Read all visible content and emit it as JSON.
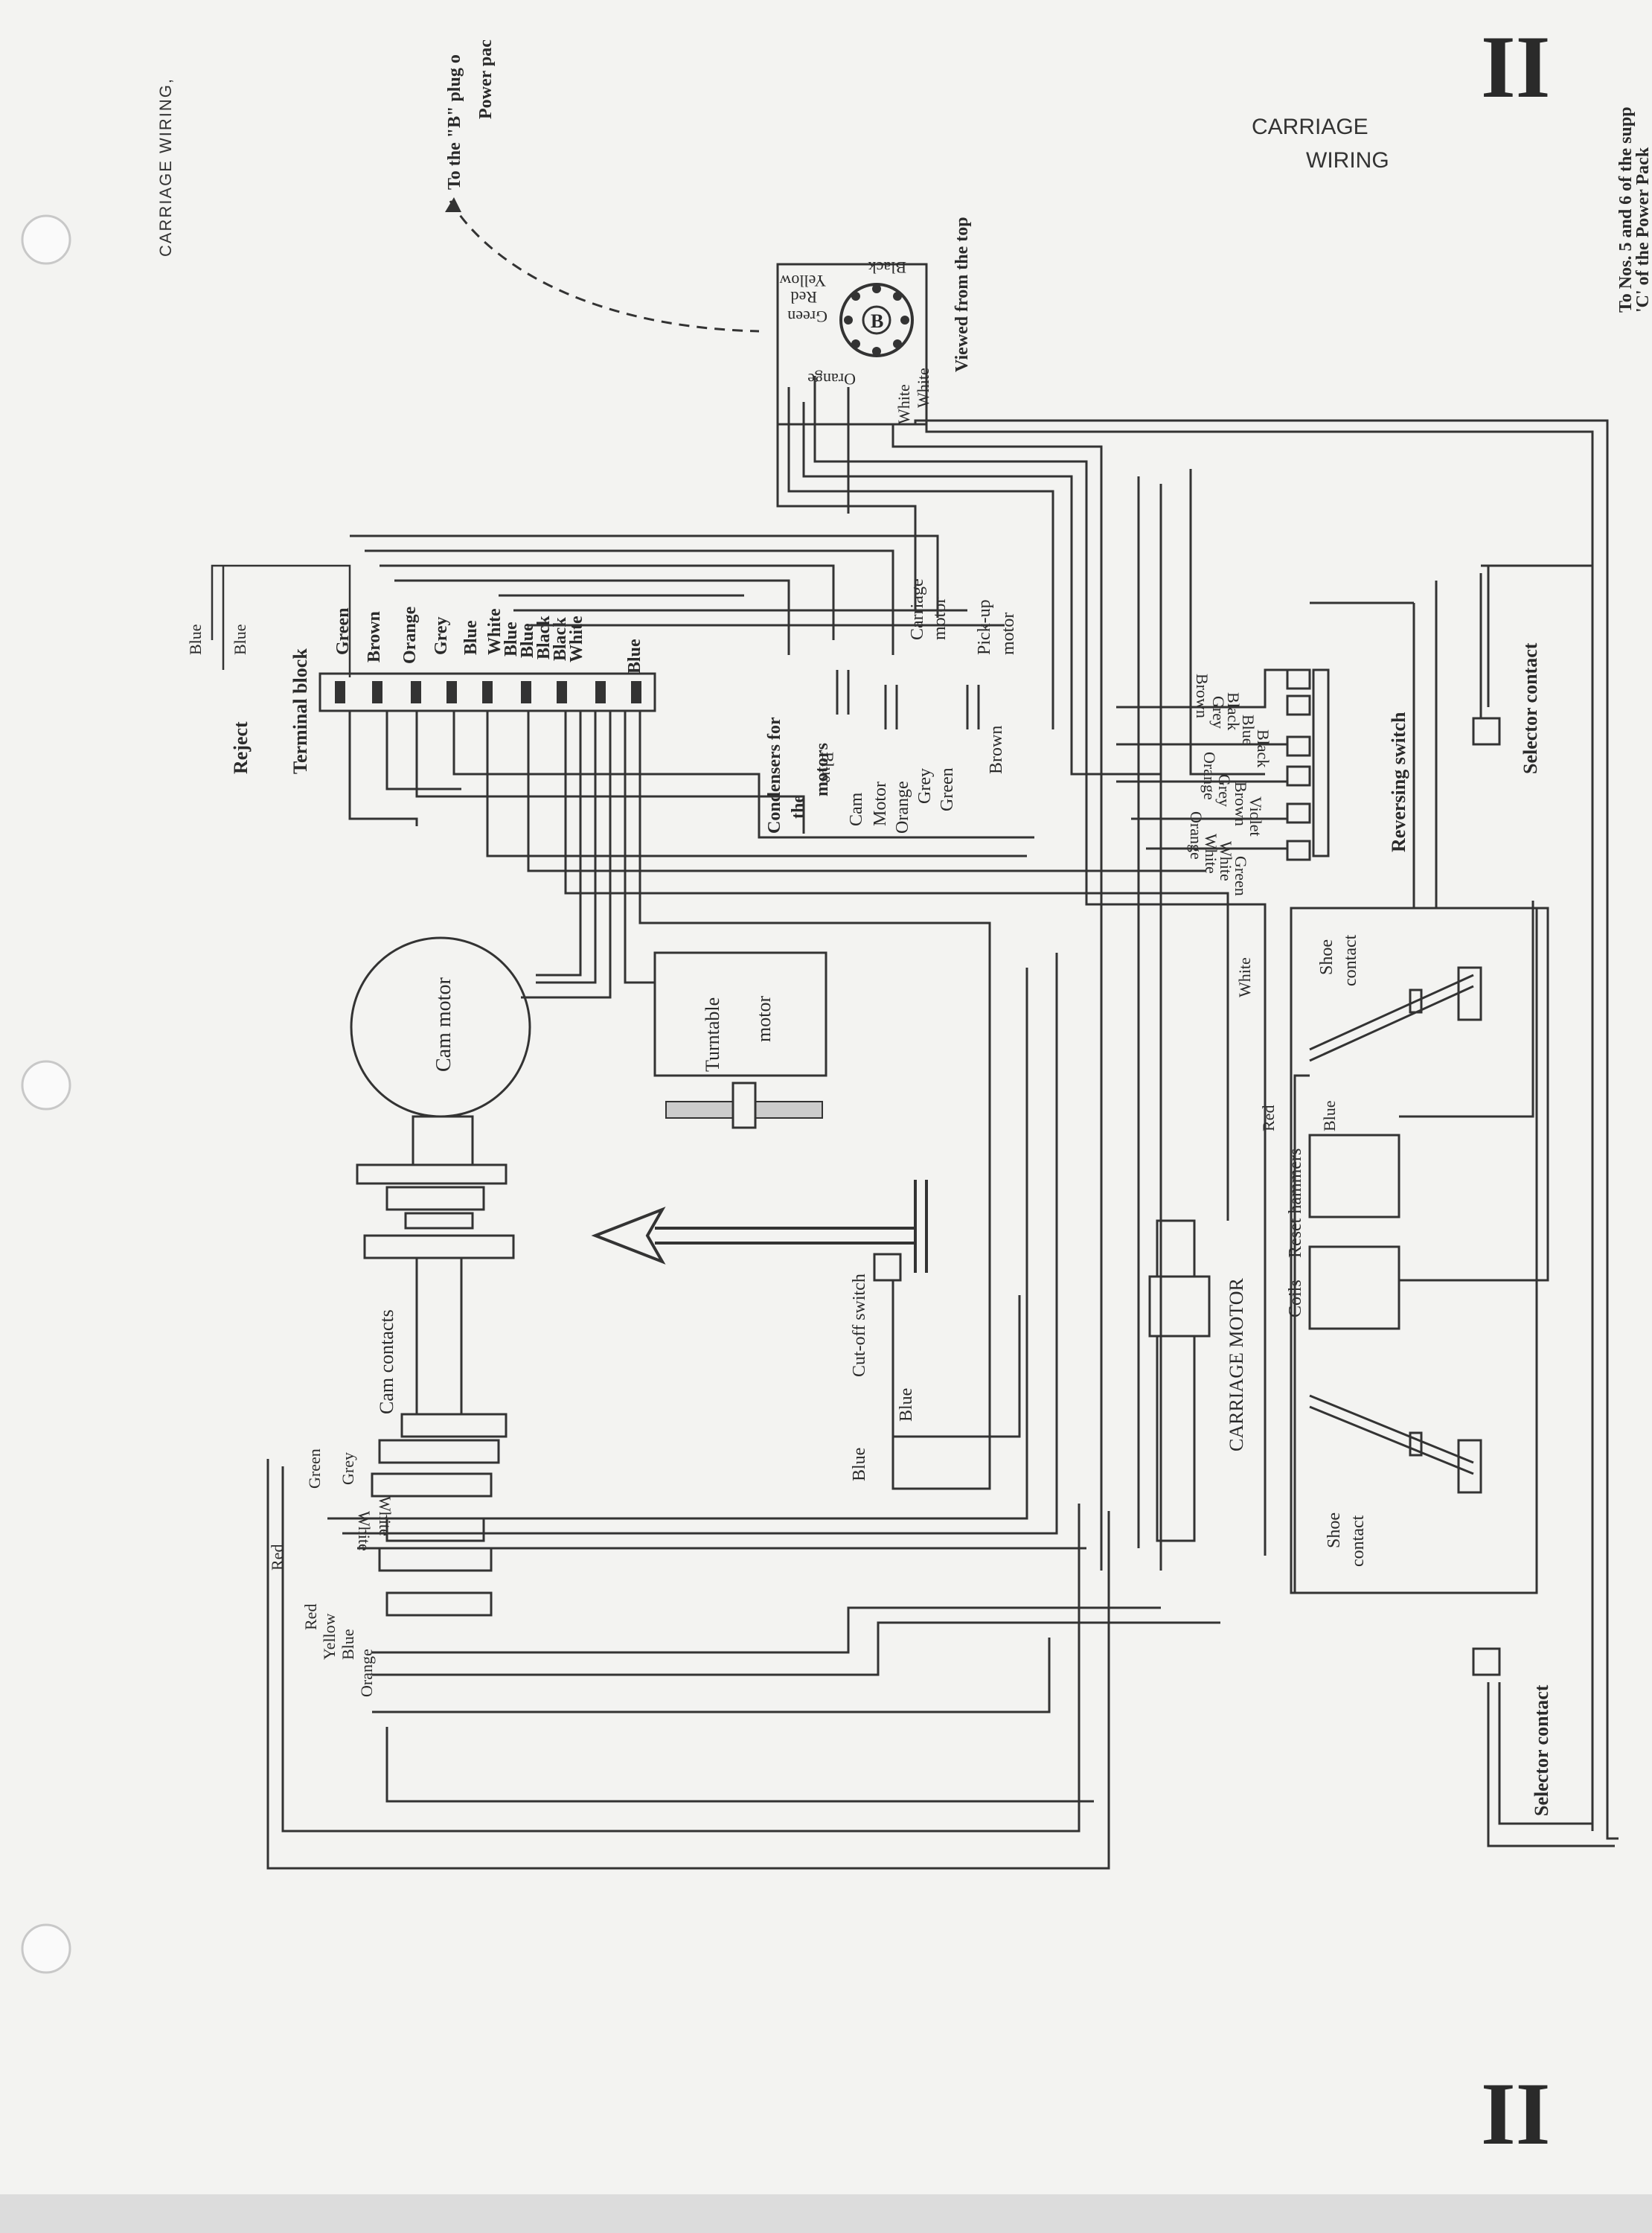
{
  "header": {
    "left_title": "CARRIAGE WIRING,",
    "right_title_line1": "CARRIAGE",
    "right_title_line2": "WIRING",
    "section_mark_top": "II",
    "section_mark_bottom": "II"
  },
  "power_pack": {
    "line1": "To the \"B\" plug o",
    "line2": "Power pac"
  },
  "supply": {
    "line1": "To Nos. 5 and 6 of the supp",
    "line2": "'C' of the Power Pack"
  },
  "plug": {
    "letter": "B",
    "viewed": "Viewed from the top",
    "wires": [
      "Black",
      "Yellow",
      "Red",
      "Green",
      "Orange",
      "White",
      "White"
    ]
  },
  "terminal_block": {
    "label": "Terminal block",
    "wires": [
      "Green",
      "Brown",
      "Orange",
      "Grey",
      "Blue",
      "White",
      "Blue",
      "Blue",
      "Black",
      "Black",
      "White",
      "Blue"
    ]
  },
  "reject": {
    "label": "Reject",
    "wire1": "Blue",
    "wire2": "Blue"
  },
  "condensers": {
    "line1": "Condensers for",
    "line2": "the",
    "line3": "motors",
    "wires": [
      "Blue",
      "Cam",
      "Motor",
      "Orange",
      "Grey",
      "Green",
      "Brown"
    ]
  },
  "motors": {
    "carriage_small_1": "Carriage",
    "carriage_small_2": "motor",
    "pickup_1": "Pick-up",
    "pickup_2": "motor",
    "cam": "Cam motor",
    "turntable_1": "Turntable",
    "turntable_2": "motor",
    "carriage": "CARRIAGE MOTOR"
  },
  "reversing_switch": {
    "label": "Reversing switch",
    "wires": [
      "Brown",
      "Grey",
      "Black",
      "Blue",
      "Black",
      "Orange",
      "Grey",
      "Brown",
      "Violet",
      "Orange",
      "White",
      "White",
      "Green"
    ]
  },
  "selector_contact_top": "Selector contact",
  "selector_contact_bottom": "Selector contact",
  "shoe_contact_top": {
    "line1": "Shoe",
    "line2": "contact"
  },
  "shoe_contact_bottom": {
    "line1": "Shoe",
    "line2": "contact"
  },
  "coils": {
    "label": "Coils",
    "reset": "Reset hammers"
  },
  "carriage_wires": [
    "White",
    "Red",
    "Blue"
  ],
  "cam_contacts": {
    "label": "Cam contacts",
    "wires": [
      "Green",
      "Grey",
      "White",
      "White",
      "Red",
      "Red",
      "Yellow",
      "Blue",
      "Orange"
    ]
  },
  "cutoff": {
    "label": "Cut-off switch",
    "wire1": "Blue",
    "wire2": "Blue"
  }
}
